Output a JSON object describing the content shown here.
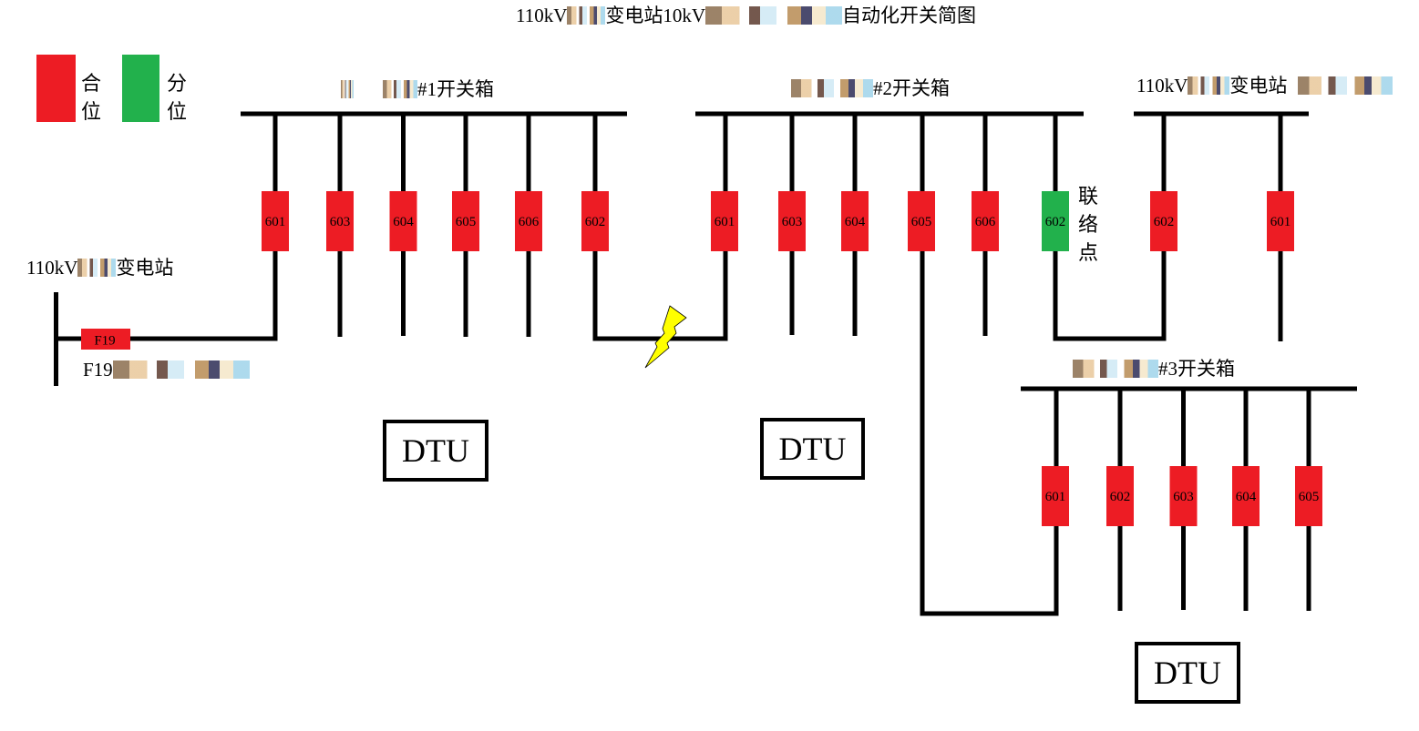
{
  "title": {
    "prefix": "110kV",
    "part2": "变电站10kV",
    "suffix": "自动化开关简图"
  },
  "colors": {
    "closed": "#ed1c24",
    "open": "#22b14c",
    "line": "#000000",
    "fault": "#ffff00"
  },
  "legend": [
    {
      "state": "closed",
      "label": "合位"
    },
    {
      "state": "open",
      "label": "分位"
    }
  ],
  "substations": {
    "left": {
      "label_prefix": "110kV",
      "label_suffix": "变电站"
    },
    "right": {
      "label_prefix": "110kV",
      "label_suffix": "变电站"
    }
  },
  "feeder": {
    "breaker_label": "F19",
    "breaker_state": "closed",
    "line_label_prefix": "F19"
  },
  "switch_boxes": [
    {
      "id": "box1",
      "label_suffix": "#1开关箱",
      "switches": [
        {
          "label": "601",
          "state": "closed"
        },
        {
          "label": "603",
          "state": "closed"
        },
        {
          "label": "604",
          "state": "closed"
        },
        {
          "label": "605",
          "state": "closed"
        },
        {
          "label": "606",
          "state": "closed"
        },
        {
          "label": "602",
          "state": "closed"
        }
      ]
    },
    {
      "id": "box2",
      "label_suffix": "#2开关箱",
      "switches": [
        {
          "label": "601",
          "state": "closed"
        },
        {
          "label": "603",
          "state": "closed"
        },
        {
          "label": "604",
          "state": "closed"
        },
        {
          "label": "605",
          "state": "closed"
        },
        {
          "label": "606",
          "state": "closed"
        },
        {
          "label": "602",
          "state": "open"
        }
      ]
    },
    {
      "id": "box3",
      "label_suffix": "#3开关箱",
      "switches": [
        {
          "label": "601",
          "state": "closed"
        },
        {
          "label": "602",
          "state": "closed"
        },
        {
          "label": "603",
          "state": "closed"
        },
        {
          "label": "604",
          "state": "closed"
        },
        {
          "label": "605",
          "state": "closed"
        }
      ]
    }
  ],
  "right_substation_switches": [
    {
      "label": "602",
      "state": "closed"
    },
    {
      "label": "601",
      "state": "closed"
    }
  ],
  "tie_point_label": "联络点",
  "fault": {
    "icon": "lightning-bolt-icon",
    "location": "between #1开关箱 602 and #2开关箱 601"
  },
  "dtu_units": [
    {
      "label": "DTU"
    },
    {
      "label": "DTU"
    },
    {
      "label": "DTU"
    }
  ]
}
